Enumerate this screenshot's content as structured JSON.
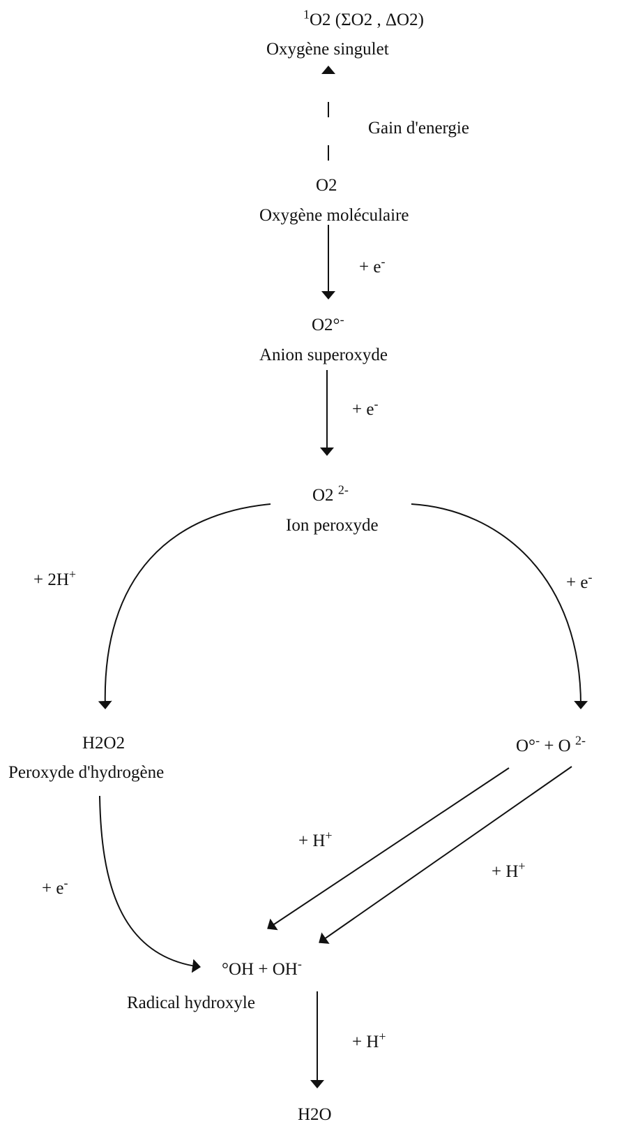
{
  "species": {
    "singlet": {
      "formula_prefix": "1",
      "formula": "O2 (ΣO2 , ΔO2)",
      "name": "Oxygène singulet"
    },
    "molecular": {
      "formula": "O2",
      "name": "Oxygène moléculaire"
    },
    "superoxide": {
      "formula": "O2°",
      "charge": "-",
      "name": "Anion superoxyde"
    },
    "peroxide_ion": {
      "formula": "O2 ",
      "charge": "2-",
      "name": "Ion peroxyde"
    },
    "hydrogen_peroxide": {
      "formula": "H2O2",
      "name": "Peroxyde d'hydrogène"
    },
    "oxygen_radicals": {
      "formula_part1": "O°",
      "charge1": "-",
      "plus": " + ",
      "formula_part2": "O ",
      "charge2": "2-"
    },
    "hydroxyl": {
      "formula": "°OH  +  OH",
      "charge": "-",
      "name": "Radical hydroxyle"
    },
    "water": {
      "formula": "H2O"
    }
  },
  "transitions": {
    "energy_gain": "Gain d'energie",
    "e1": {
      "text": "+ e",
      "sup": "-"
    },
    "e2": {
      "text": "+ e",
      "sup": "-"
    },
    "h2": {
      "text": "+ 2H",
      "sup": "+"
    },
    "e3": {
      "text": "+ e",
      "sup": "-"
    },
    "e4": {
      "text": "+ e",
      "sup": "-"
    },
    "h_left": {
      "text": "+ H",
      "sup": "+"
    },
    "h_right": {
      "text": "+ H",
      "sup": "+"
    },
    "h_final": {
      "text": "+ H",
      "sup": "+"
    }
  }
}
